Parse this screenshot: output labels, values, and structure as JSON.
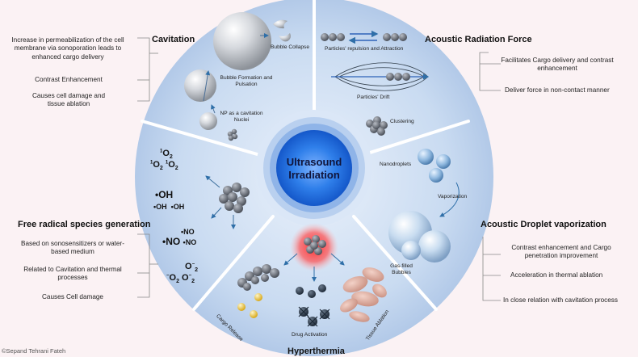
{
  "center": {
    "line1": "Ultrasound",
    "line2": "Irradiation"
  },
  "cavitation": {
    "heading": "Cavitation",
    "items": [
      "Increase in permeabilization of the cell membrane via sonoporation leads to enhanced cargo delivery",
      "Contrast Enhancement",
      "Causes cell damage and tissue ablation"
    ],
    "labels": {
      "collapse": "Bubble Collapse",
      "formation": "Bubble Formation and Pulsation",
      "nuclei": "NP as a cavitation Nuclei"
    }
  },
  "radiation_force": {
    "heading": "Acoustic Radiation Force",
    "items": [
      "Facilitates Cargo delivery and contrast enhancement",
      "Deliver force in non-contact manner"
    ],
    "labels": {
      "repulsion": "Particles' repulsion and Attraction",
      "drift": "Particles' Drift",
      "clustering": "Clustering"
    }
  },
  "free_radical": {
    "heading": "Free radical species generation",
    "items": [
      "Based on sonosensitizers or water-based medium",
      "Related to Cavitation and thermal processes",
      "Causes Cell damage"
    ]
  },
  "droplet": {
    "heading": "Acoustic Droplet vaporization",
    "items": [
      "Contrast enhancement and Cargo penetration improvement",
      "Acceleration in thermal ablation",
      "In close relation with cavitation process"
    ],
    "labels": {
      "nanodroplets": "Nanodroplets",
      "vaporization": "Vaporization",
      "gas_filled": "Gas-filled Bubbles"
    }
  },
  "hyperthermia": {
    "heading": "Hyperthermia",
    "labels": {
      "cargo_release": "Cargo Release",
      "drug_activation": "Drug Activation",
      "tissue_ablation": "Tissue Ablation"
    }
  },
  "copyright": "©Sepand Tehrani Fateh"
}
